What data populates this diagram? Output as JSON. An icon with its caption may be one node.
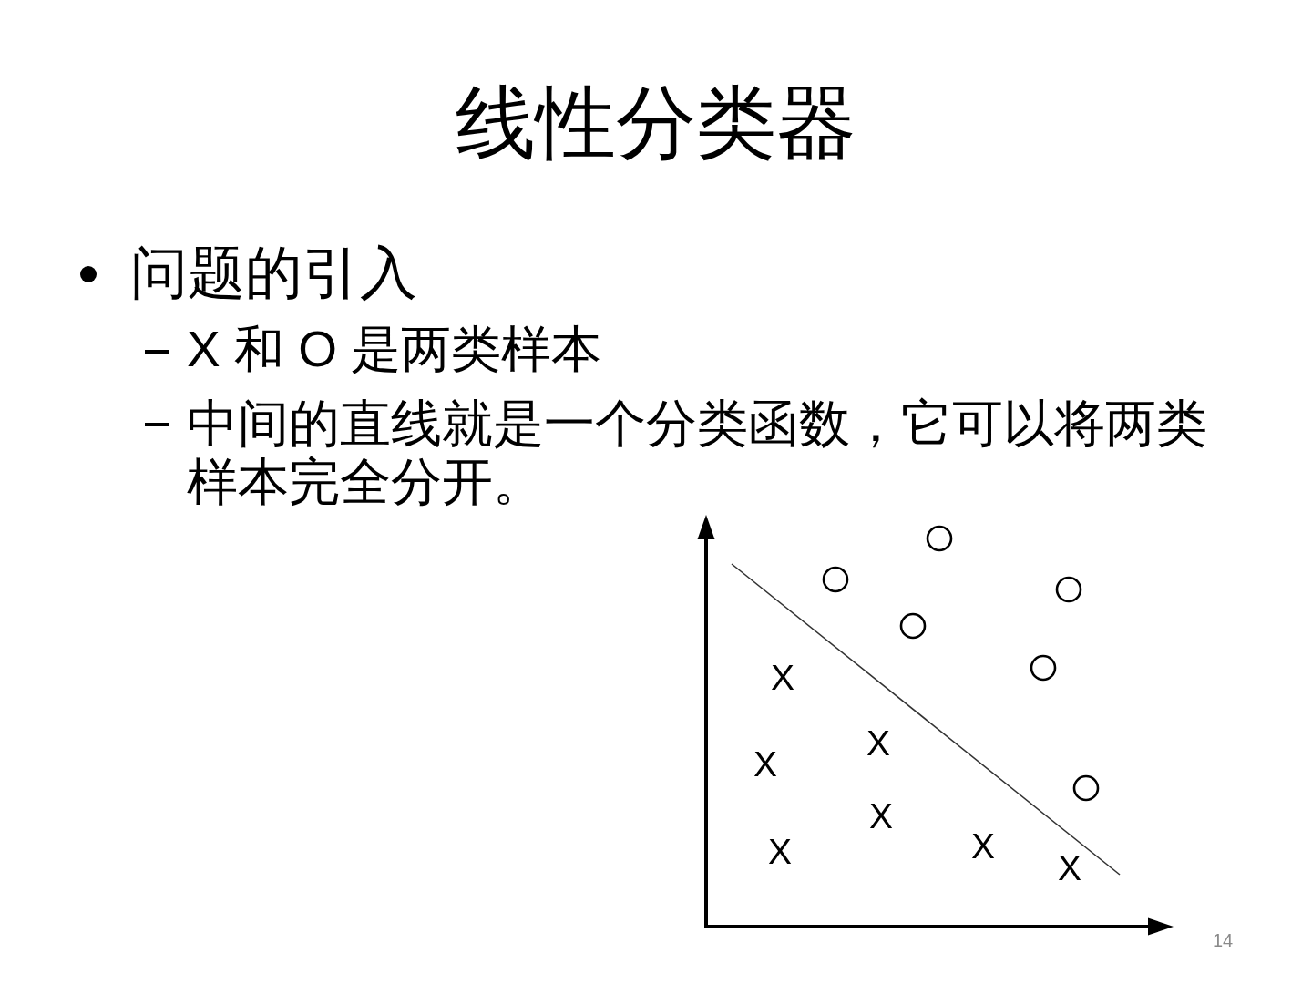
{
  "diagram": {
    "title": "线性分类器",
    "labels": [
      "问题的引入",
      "X 和 O 是两类样本",
      "中间的直线就是一个分类函数，它可以将两类样本完全分开。",
      "X",
      "X",
      "X",
      "X",
      "X",
      "X",
      "X",
      "14"
    ]
  }
}
